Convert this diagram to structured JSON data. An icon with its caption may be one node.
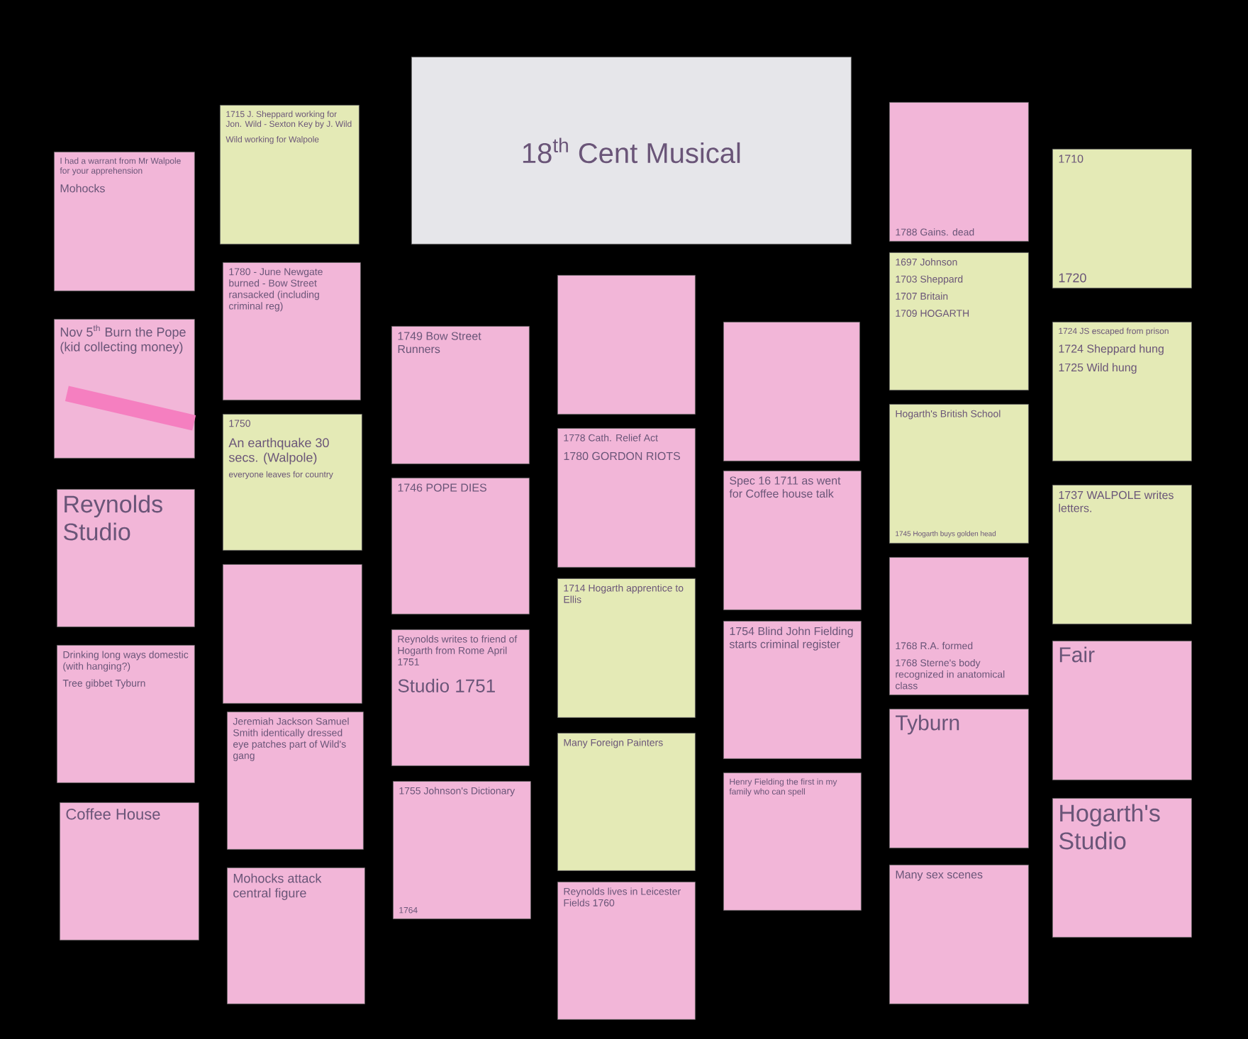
{
  "diagram": {
    "nodes": [
      {
        "text": [
          "18$^{th}$ Cent Musical"
        ]
      },
      {
        "text": [
          "I had a warrant from Mr Walpole for your apprehension",
          "Mohocks"
        ]
      },
      {
        "text": [
          "Nov 5$^{th}$ Burn the Pope (kid collecting money)"
        ]
      },
      {
        "text": [],
        "shape": "bar",
        "in": 2
      },
      {
        "text": [
          "Reynolds Studio"
        ]
      },
      {
        "text": [
          "Drinking long ways domestic (with hanging?)",
          "Tree gibbet Tyburn"
        ]
      },
      {
        "text": [
          "Coffee House"
        ]
      },
      {
        "text": [
          "1715 J. Sheppard working for Jon. Wild - Sexton Key by J. Wild",
          "Wild working for Walpole"
        ]
      },
      {
        "text": [
          "1780 - June Newgate burned - Bow Street ransacked (including criminal reg)"
        ]
      },
      {
        "text": [
          "1750",
          "An earthquake 30 secs. (Walpole)",
          "everyone leaves for country"
        ]
      },
      {
        "text": [],
        "shape": "box"
      },
      {
        "text": [
          "Jeremiah Jackson Samuel Smith identically dressed eye patches part of Wild's gang"
        ]
      },
      {
        "text": [
          "Mohocks attack central figure"
        ]
      },
      {
        "text": [
          "1749 Bow Street Runners"
        ]
      },
      {
        "text": [
          "1746 POPE DIES"
        ]
      },
      {
        "text": [
          "Reynolds writes to friend of Hogarth from Rome April 1751",
          "Studio 1751"
        ]
      },
      {
        "text": [
          "1755 Johnson's Dictionary",
          "1764"
        ]
      },
      {
        "text": [],
        "shape": "box"
      },
      {
        "text": [
          "1778 Cath. Relief Act",
          "1780 GORDON RIOTS"
        ]
      },
      {
        "text": [
          "1714 Hogarth apprentice to Ellis"
        ]
      },
      {
        "text": [
          "Many Foreign Painters"
        ]
      },
      {
        "text": [
          "Reynolds lives in Leicester Fields 1760"
        ]
      },
      {
        "text": [],
        "shape": "box"
      },
      {
        "text": [
          "Spec 16 1711 as went for Coffee house talk"
        ]
      },
      {
        "text": [
          "1754 Blind John Fielding starts criminal register"
        ]
      },
      {
        "text": [
          "Henry Fielding the first in my family who can spell"
        ]
      },
      {
        "text": [
          "1788 Gains. dead"
        ]
      },
      {
        "text": [
          "1697 Johnson",
          "1703 Sheppard",
          "1707 Britain",
          "1709 HOGARTH"
        ]
      },
      {
        "text": [
          "Hogarth's British School",
          "1745 Hogarth buys golden head"
        ]
      },
      {
        "text": [
          "1768 R.A. formed",
          "1768 Sterne's body recognized in anatomical class"
        ]
      },
      {
        "text": [
          "Tyburn"
        ]
      },
      {
        "text": [
          "Many sex scenes"
        ]
      },
      {
        "text": [
          "1710",
          "1720"
        ]
      },
      {
        "text": [
          "1724 JS escaped from prison",
          "1724 Sheppard hung",
          "1725 Wild hung"
        ]
      },
      {
        "text": [
          "1737 WALPOLE writes letters."
        ]
      },
      {
        "text": [
          "Fair"
        ]
      },
      {
        "text": [
          "Hogarth's Studio"
        ]
      }
    ]
  }
}
